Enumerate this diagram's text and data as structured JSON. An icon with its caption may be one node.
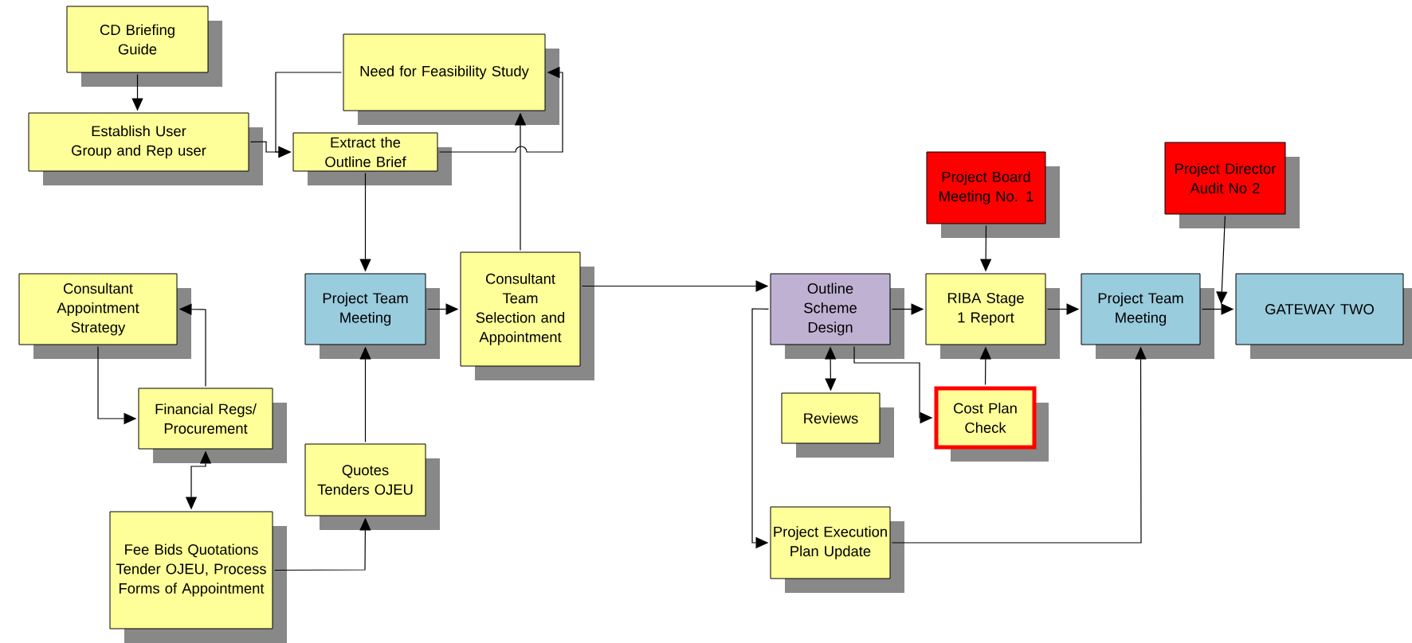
{
  "diagram": {
    "nodes": [
      {
        "text": [
          "CD Briefing Guide"
        ]
      },
      {
        "text": [
          "Establish User Group and Rep user"
        ]
      },
      {
        "text": [
          "Need for Feasibility Study"
        ]
      },
      {
        "text": [
          "Extract the Outline Brief"
        ]
      },
      {
        "text": [
          "Consultant Appointment Strategy"
        ]
      },
      {
        "text": [
          "Project Team Meeting"
        ]
      },
      {
        "text": [
          "Consultant Team Selection and Appointment"
        ]
      },
      {
        "text": [
          "Financial Regs/ Procurement"
        ]
      },
      {
        "text": [
          "Quotes Tenders OJEU"
        ]
      },
      {
        "text": [
          "Fee Bids Quotations Tender OJEU, Process Forms of Appointment"
        ]
      },
      {
        "text": [
          "Project Board Meeting No. 1"
        ]
      },
      {
        "text": [
          "Project Director Audit No 2"
        ]
      },
      {
        "text": [
          "Outline Scheme Design"
        ]
      },
      {
        "text": [
          "RIBA Stage 1 Report"
        ]
      },
      {
        "text": [
          "Project Team Meeting"
        ]
      },
      {
        "text": [
          "GATEWAY TWO"
        ]
      },
      {
        "text": [
          "Reviews"
        ]
      },
      {
        "text": [
          "Cost Plan Check"
        ]
      },
      {
        "text": [
          "Project Execution Plan Update"
        ]
      }
    ],
    "edges": [
      {
        "from": 0,
        "to": 1,
        "arrow": "to"
      },
      {
        "from": 1,
        "to": 3,
        "arrow": "to"
      },
      {
        "from": 2,
        "to": 3,
        "arrow": "to"
      },
      {
        "from": 3,
        "to": 2,
        "arrow": "to"
      },
      {
        "from": 6,
        "to": 2,
        "arrow": "to"
      },
      {
        "from": 3,
        "to": 5,
        "arrow": "to"
      },
      {
        "from": 5,
        "to": 6,
        "arrow": "to"
      },
      {
        "from": 8,
        "to": 5,
        "arrow": "to"
      },
      {
        "from": 9,
        "to": 8,
        "arrow": "to"
      },
      {
        "from": 7,
        "to": 4,
        "arrow": "to"
      },
      {
        "from": 4,
        "to": 7,
        "arrow": "to"
      },
      {
        "from": 7,
        "to": 9,
        "arrow": "both"
      },
      {
        "from": 6,
        "to": 12,
        "arrow": "to"
      },
      {
        "from": 12,
        "to": 13,
        "arrow": "to"
      },
      {
        "from": 12,
        "to": 16,
        "arrow": "both"
      },
      {
        "from": 12,
        "to": 17,
        "arrow": "to"
      },
      {
        "from": 12,
        "to": 18,
        "arrow": "to"
      },
      {
        "from": 17,
        "to": 13,
        "arrow": "to"
      },
      {
        "from": 10,
        "to": 13,
        "arrow": "to"
      },
      {
        "from": 13,
        "to": 14,
        "arrow": "to"
      },
      {
        "from": 18,
        "to": 14,
        "arrow": "to"
      },
      {
        "from": 14,
        "to": 15,
        "arrow": "to"
      },
      {
        "from": 11,
        "to": 15,
        "arrow": "to"
      }
    ]
  }
}
